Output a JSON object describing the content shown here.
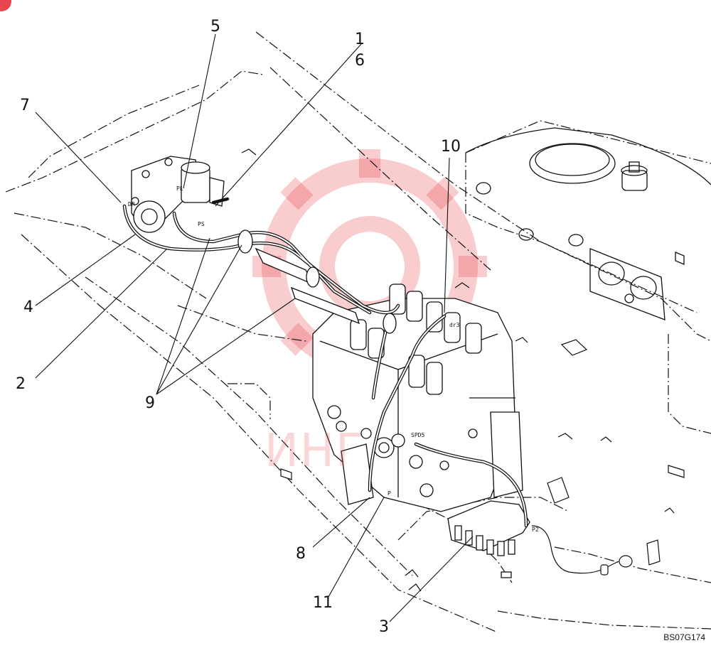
{
  "figure_code": "BS07G174",
  "callouts": {
    "c1": "1",
    "c2": "2",
    "c3": "3",
    "c4": "4",
    "c5": "5",
    "c6": "6",
    "c7": "7",
    "c8": "8",
    "c9": "9",
    "c10": "10",
    "c11": "11"
  },
  "port_labels": {
    "dr": "DR",
    "pl": "PL",
    "ps": "PS",
    "dr3": "dr3",
    "spd5": "SPD5",
    "p": "P",
    "p2": "P2"
  },
  "watermark": {
    "text": "ИНГ",
    "color": "#e8474f"
  },
  "colors": {
    "line": "#111111",
    "accent": "#e8474f"
  }
}
